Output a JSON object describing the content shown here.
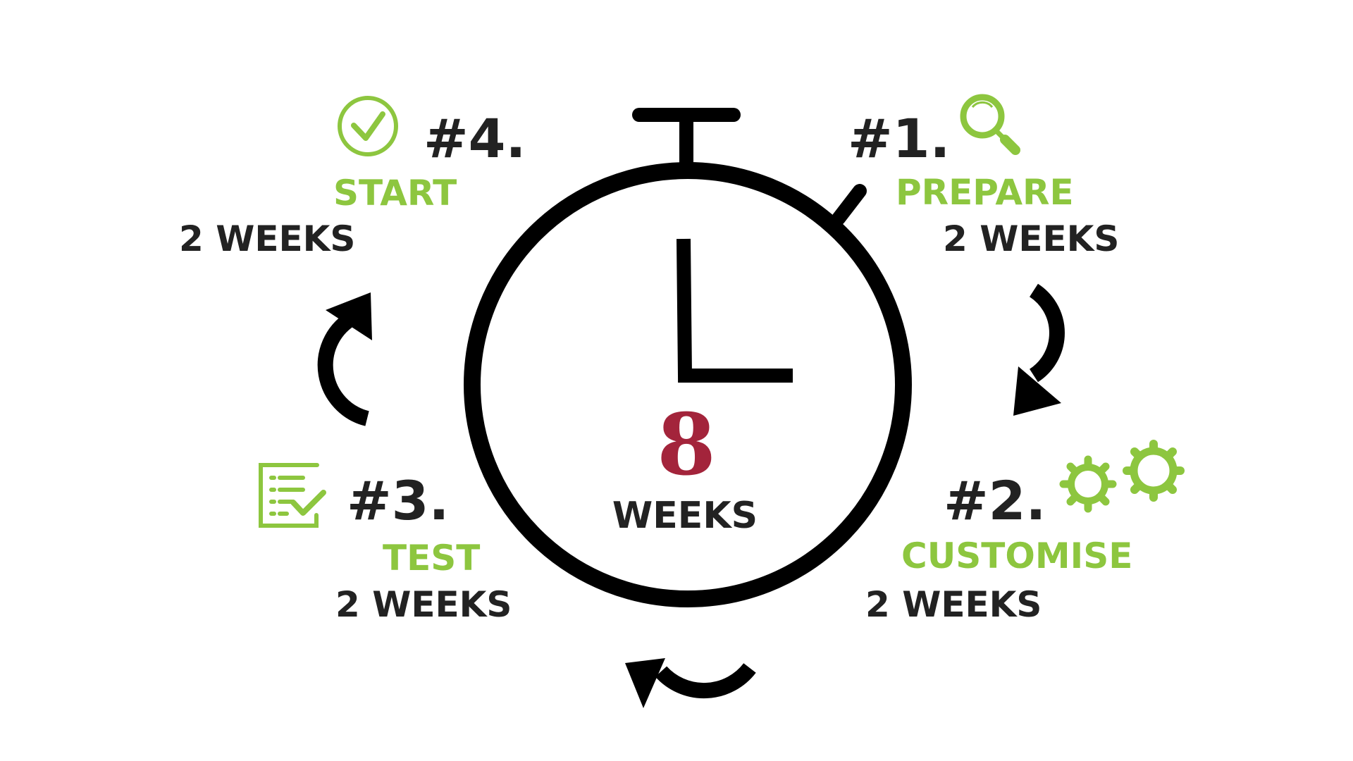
{
  "colors": {
    "accent_green": "#8dc63f",
    "total_red": "#a3243b",
    "ink": "#222222"
  },
  "center": {
    "total_value": "8",
    "total_unit": "WEEKS"
  },
  "steps": [
    {
      "number": "#1.",
      "name": "PREPARE",
      "duration": "2 WEEKS",
      "icon": "magnifier-icon"
    },
    {
      "number": "#2.",
      "name": "CUSTOMISE",
      "duration": "2 WEEKS",
      "icon": "gears-icon"
    },
    {
      "number": "#3.",
      "name": "TEST",
      "duration": "2 WEEKS",
      "icon": "checklist-icon"
    },
    {
      "number": "#4.",
      "name": "START",
      "duration": "2 WEEKS",
      "icon": "check-circle-icon"
    }
  ]
}
